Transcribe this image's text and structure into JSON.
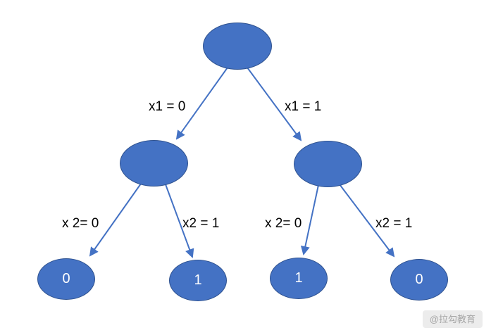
{
  "diagram": {
    "type": "decision-tree",
    "colors": {
      "node_fill": "#4472C4",
      "node_border": "#2F528F",
      "arrow": "#4472C4",
      "label_text": "#000000",
      "leaf_text": "#FFFFFF"
    },
    "nodes": {
      "root": {
        "label": ""
      },
      "mid_left": {
        "label": ""
      },
      "mid_right": {
        "label": ""
      }
    },
    "leaves": [
      {
        "value": "0"
      },
      {
        "value": "1"
      },
      {
        "value": "1"
      },
      {
        "value": "0"
      }
    ],
    "edges": [
      {
        "label": "x1 = 0"
      },
      {
        "label": "x1 = 1"
      },
      {
        "label": "x 2= 0"
      },
      {
        "label": "x2 = 1"
      },
      {
        "label": "x 2= 0"
      },
      {
        "label": "x2 = 1"
      }
    ]
  },
  "watermark": {
    "text": "@拉勾教育"
  }
}
